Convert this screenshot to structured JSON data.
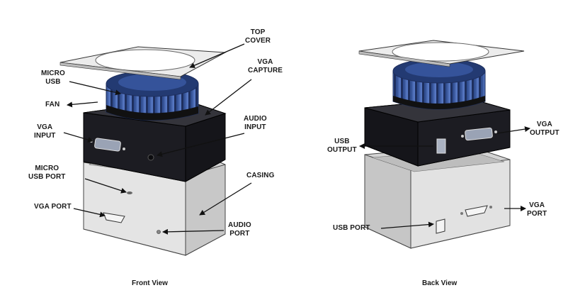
{
  "front": {
    "caption": "Front View",
    "labels": {
      "top_cover": [
        "TOP",
        "COVER"
      ],
      "vga_capture": [
        "VGA",
        "CAPTURE"
      ],
      "micro_usb": [
        "MICRO",
        "USB"
      ],
      "fan": [
        "FAN"
      ],
      "vga_input": [
        "VGA",
        "INPUT"
      ],
      "audio_input": [
        "AUDIO",
        "INPUT"
      ],
      "micro_usb_port": [
        "MICRO",
        "USB PORT"
      ],
      "casing": [
        "CASING"
      ],
      "vga_port": [
        "VGA PORT"
      ],
      "audio_port": [
        "AUDIO",
        "PORT"
      ]
    }
  },
  "back": {
    "caption": "Back View",
    "labels": {
      "vga_output": [
        "VGA",
        "OUTPUT"
      ],
      "usb_output": [
        "USB",
        "OUTPUT"
      ],
      "vga_port": [
        "VGA",
        "PORT"
      ],
      "usb_port": [
        "USB PORT"
      ]
    }
  },
  "colors": {
    "fan_blue": "#3f5fa8",
    "fan_dark": "#1e2f5e",
    "capture_box": "#1c1c22",
    "casing": "#d9d9d9",
    "cover": "#eeeeee",
    "outline": "#444444"
  }
}
